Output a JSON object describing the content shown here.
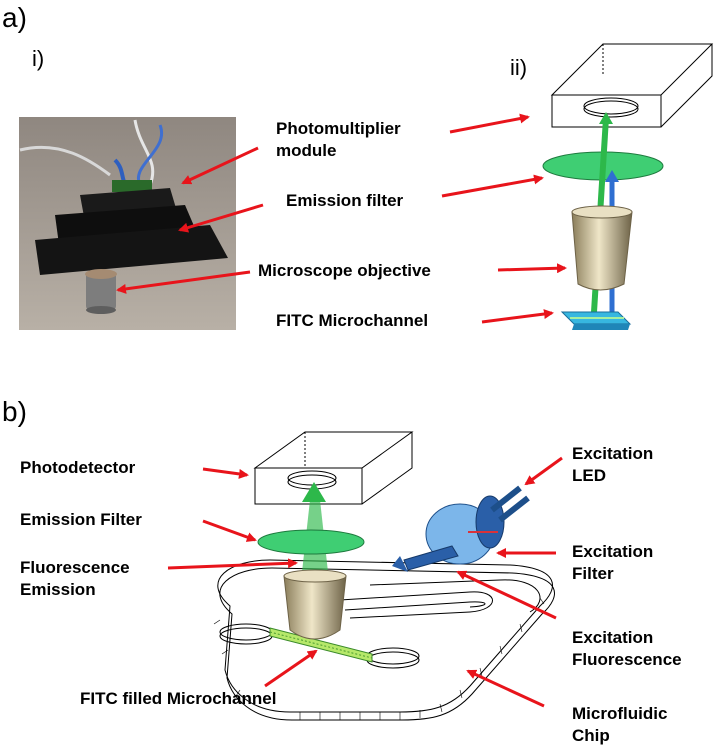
{
  "panel_a": {
    "label": "a)",
    "sub_i": "i)",
    "sub_ii": "ii)",
    "labels": {
      "pmt_line1": "Photomultiplier",
      "pmt_line2": "module",
      "emission_filter": "Emission filter",
      "objective": "Microscope objective",
      "channel": "FITC Microchannel"
    }
  },
  "panel_b": {
    "label": "b)",
    "labels": {
      "photodetector": "Photodetector",
      "emission_filter": "Emission Filter",
      "fluor_line1": "Fluorescence",
      "fluor_line2": "Emission",
      "led_line1": "Excitation",
      "led_line2": "LED",
      "exfilter_line1": "Excitation",
      "exfilter_line2": "Filter",
      "exfluor_line1": "Excitation",
      "exfluor_line2": "Fluorescence",
      "chip_line1": "Microfluidic",
      "chip_line2": "Chip",
      "channel": "FITC filled Microchannel"
    }
  },
  "colors": {
    "arrow": "#e8141b",
    "green_beam": "#2db84a",
    "blue_beam": "#2f6fd1",
    "filter_green": "#3fce73",
    "led_blue": "#4a8ed8"
  }
}
